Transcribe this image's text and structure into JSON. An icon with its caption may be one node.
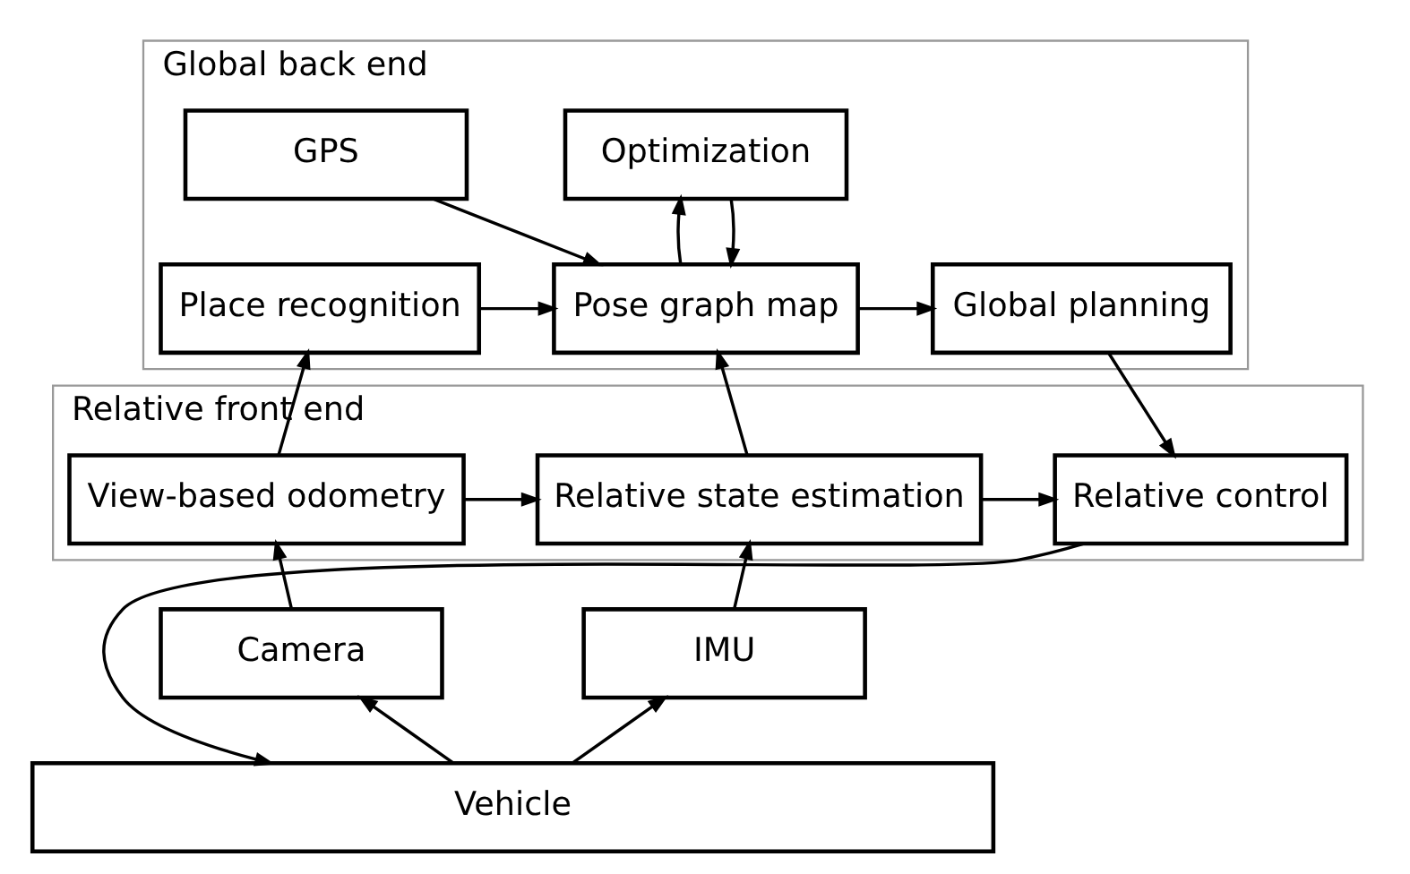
{
  "diagram": {
    "nodes": [
      {
        "text": [
          "Global back end"
        ]
      },
      {
        "text": [
          "Relative front end"
        ]
      },
      {
        "text": [
          "GPS"
        ],
        "in": 0
      },
      {
        "text": [
          "Optimization"
        ],
        "in": 0
      },
      {
        "text": [
          "Place recognition"
        ],
        "in": 0
      },
      {
        "text": [
          "Pose graph map"
        ],
        "in": 0
      },
      {
        "text": [
          "Global planning"
        ],
        "in": 0
      },
      {
        "text": [
          "View-based odometry"
        ],
        "in": 1
      },
      {
        "text": [
          "Relative state estimation"
        ],
        "in": 1
      },
      {
        "text": [
          "Relative control"
        ],
        "in": 1
      },
      {
        "text": [
          "Camera"
        ]
      },
      {
        "text": [
          "IMU"
        ]
      },
      {
        "text": [
          "Vehicle"
        ]
      }
    ],
    "edges": [
      {
        "from": 2,
        "to": 5,
        "arrow": "to"
      },
      {
        "from": 3,
        "to": 5,
        "arrow": "to"
      },
      {
        "from": 5,
        "to": 3,
        "arrow": "to"
      },
      {
        "from": 4,
        "to": 5,
        "arrow": "to"
      },
      {
        "from": 5,
        "to": 6,
        "arrow": "to"
      },
      {
        "from": 6,
        "to": 9,
        "arrow": "to"
      },
      {
        "from": 7,
        "to": 4,
        "arrow": "to"
      },
      {
        "from": 7,
        "to": 8,
        "arrow": "to"
      },
      {
        "from": 8,
        "to": 5,
        "arrow": "to"
      },
      {
        "from": 8,
        "to": 9,
        "arrow": "to"
      },
      {
        "from": 10,
        "to": 7,
        "arrow": "to"
      },
      {
        "from": 11,
        "to": 8,
        "arrow": "to"
      },
      {
        "from": 12,
        "to": 10,
        "arrow": "to"
      },
      {
        "from": 12,
        "to": 11,
        "arrow": "to"
      },
      {
        "from": 9,
        "to": 12,
        "arrow": "to"
      }
    ]
  }
}
